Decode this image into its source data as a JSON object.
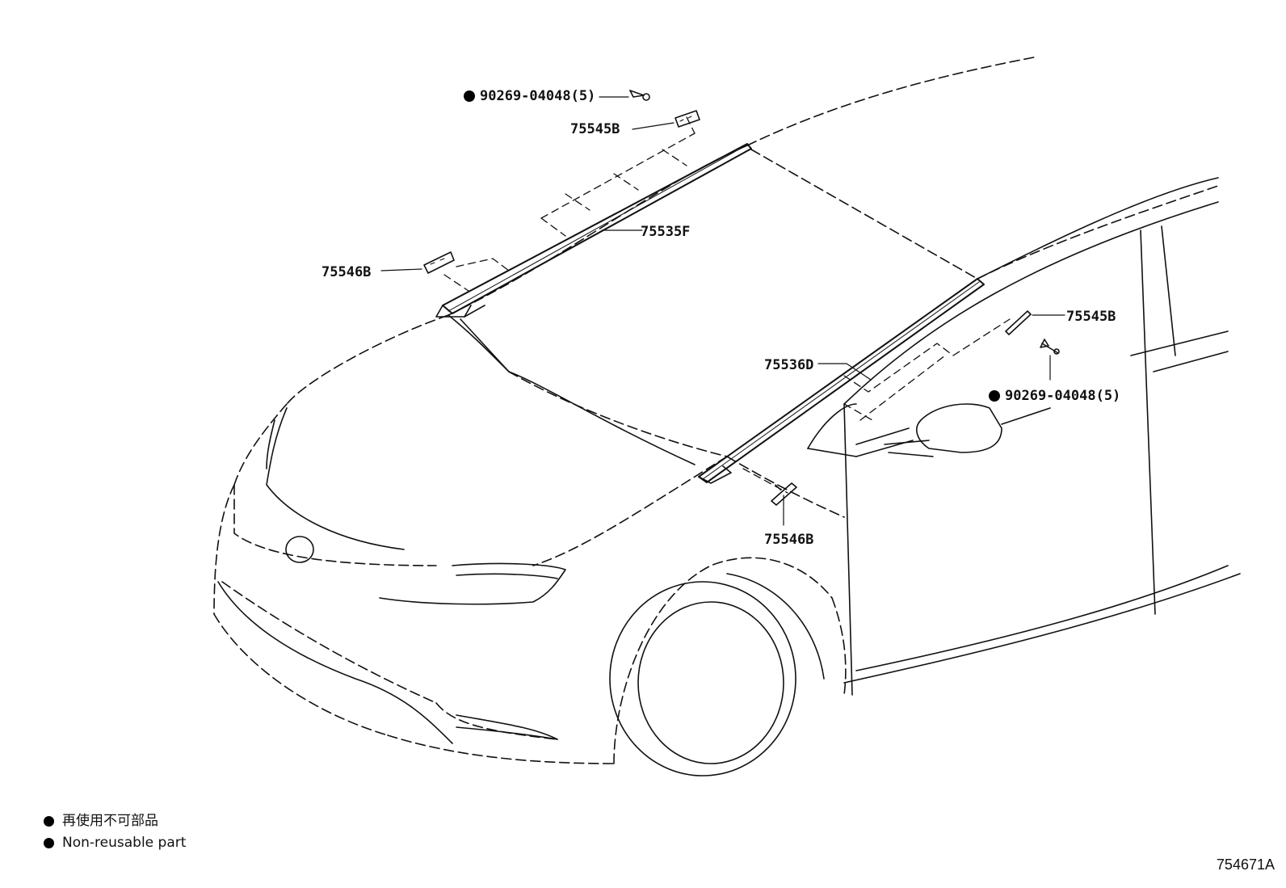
{
  "callouts": {
    "clip_top": "90269-04048(5)",
    "clip_right": "90269-04048(5)",
    "part_75545B_top": "75545B",
    "part_75535F": "75535F",
    "part_75546B_left": "75546B",
    "part_75545B_right": "75545B",
    "part_75536D": "75536D",
    "part_75546B_bottom": "75546B"
  },
  "legend": {
    "japanese": "再使用不可部品",
    "english": "Non-reusable part"
  },
  "figure_number": "754671A"
}
